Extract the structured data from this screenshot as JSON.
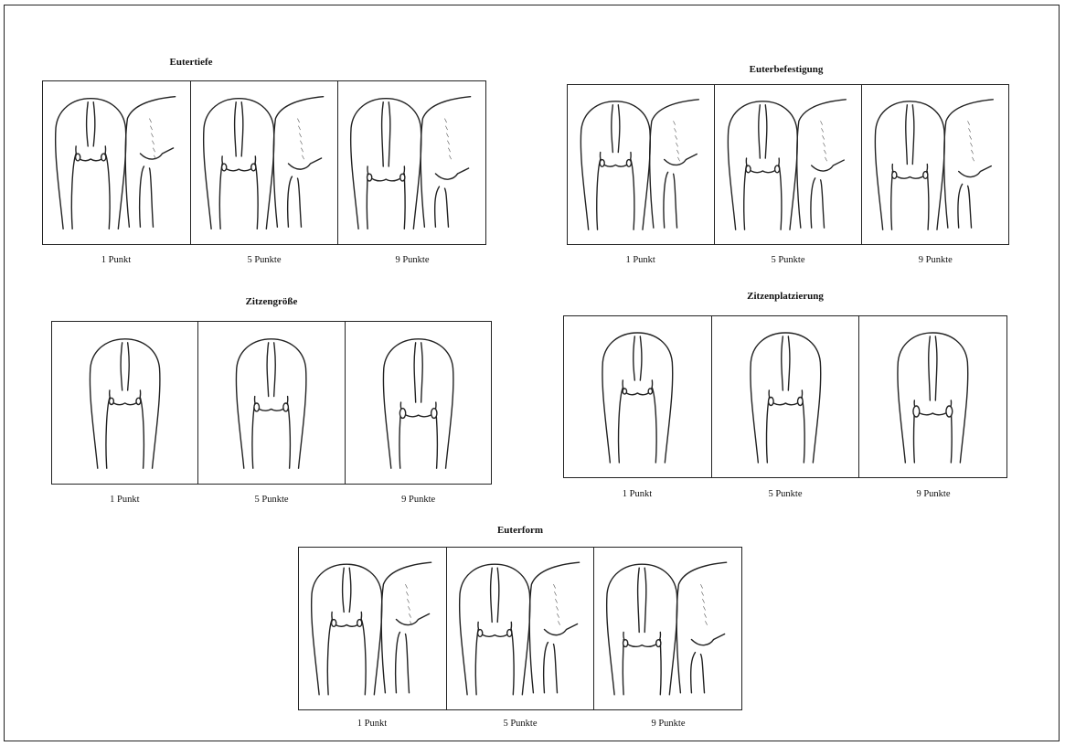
{
  "groups": [
    {
      "id": "eutertiefe",
      "title": "Eutertiefe",
      "captions": [
        "1 Punkt",
        "5 Punkte",
        "9 Punkte"
      ],
      "view": "rear-and-side",
      "udder_level": [
        0.0,
        0.5,
        1.0
      ]
    },
    {
      "id": "euterbefestigung",
      "title": "Euterbefestigung",
      "captions": [
        "1 Punkt",
        "5 Punkte",
        "9 Punkte"
      ],
      "view": "rear-and-side",
      "udder_level": [
        0.2,
        0.5,
        0.8
      ]
    },
    {
      "id": "zitzengroesse",
      "title": "Zitzengröße",
      "captions": [
        "1 Punkt",
        "5 Punkte",
        "9 Punkte"
      ],
      "view": "rear",
      "udder_level": [
        0.2,
        0.5,
        0.8
      ]
    },
    {
      "id": "zitzenplatzierung",
      "title": "Zitzenplatzierung",
      "captions": [
        "1 Punkt",
        "5 Punkte",
        "9 Punkte"
      ],
      "view": "rear",
      "udder_level": [
        0.0,
        0.5,
        1.0
      ]
    },
    {
      "id": "euterform",
      "title": "Euterform",
      "captions": [
        "1 Punkt",
        "5 Punkte",
        "9 Punkte"
      ],
      "view": "rear-and-side",
      "udder_level": [
        0.0,
        0.5,
        1.0
      ]
    }
  ]
}
